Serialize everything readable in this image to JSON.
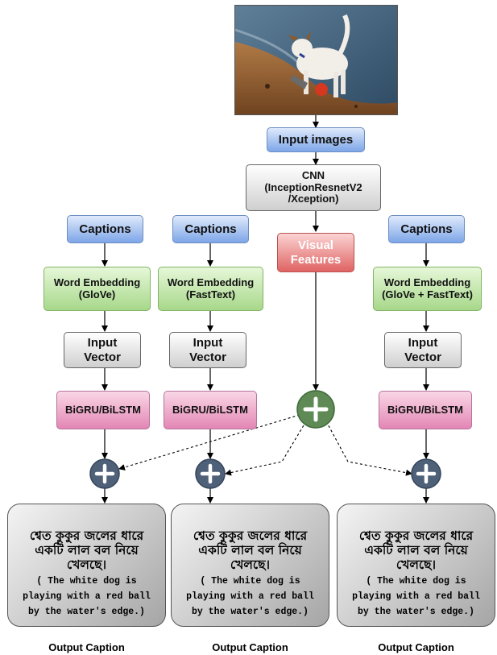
{
  "input_label": "Input images",
  "cnn": {
    "line1": "CNN",
    "line2": "(InceptionResnetV2",
    "line3": "/Xception)"
  },
  "visual_features": {
    "line1": "Visual",
    "line2": "Features"
  },
  "branches": [
    {
      "captions": "Captions",
      "embedding_line1": "Word Embedding",
      "embedding_line2": "(GloVe)",
      "input_vector_line1": "Input",
      "input_vector_line2": "Vector",
      "rnn": "BiGRU/BiLSTM"
    },
    {
      "captions": "Captions",
      "embedding_line1": "Word Embedding",
      "embedding_line2": "(FastText)",
      "input_vector_line1": "Input",
      "input_vector_line2": "Vector",
      "rnn": "BiGRU/BiLSTM"
    },
    {
      "captions": "Captions",
      "embedding_line1": "Word Embedding",
      "embedding_line2": "(GloVe + FastText)",
      "input_vector_line1": "Input",
      "input_vector_line2": "Vector",
      "rnn": "BiGRU/BiLSTM"
    }
  ],
  "outputs": [
    {
      "bengali_line1": "শ্বেত কুকুর জলের ধারে",
      "bengali_line2": "একটি লাল বল নিয়ে",
      "bengali_line3": "খেলছে।",
      "english_line1": "( The white dog is",
      "english_line2": "playing with a red ball",
      "english_line3": "by the water's edge.)",
      "label": "Output Caption"
    },
    {
      "bengali_line1": "শ্বেত কুকুর জলের ধারে",
      "bengali_line2": "একটি লাল বল নিয়ে",
      "bengali_line3": "খেলছে।",
      "english_line1": "( The white dog is",
      "english_line2": "playing with a red ball",
      "english_line3": "by the water's edge.)",
      "label": "Output Caption"
    },
    {
      "bengali_line1": "শ্বেত কুকুর জলের ধারে",
      "bengali_line2": "একটি লাল বল নিয়ে",
      "bengali_line3": "খেলছে।",
      "english_line1": "( The white dog is",
      "english_line2": "playing with a red ball",
      "english_line3": "by the water's edge.)",
      "label": "Output Caption"
    }
  ],
  "colors": {
    "input": "#7ea6e8",
    "cnn": "#cfcfcf",
    "visual": "#e06363",
    "embedding": "#a7d88a",
    "rnn": "#e386b4",
    "main_add": "#5f8a55",
    "add": "#4f6178"
  }
}
